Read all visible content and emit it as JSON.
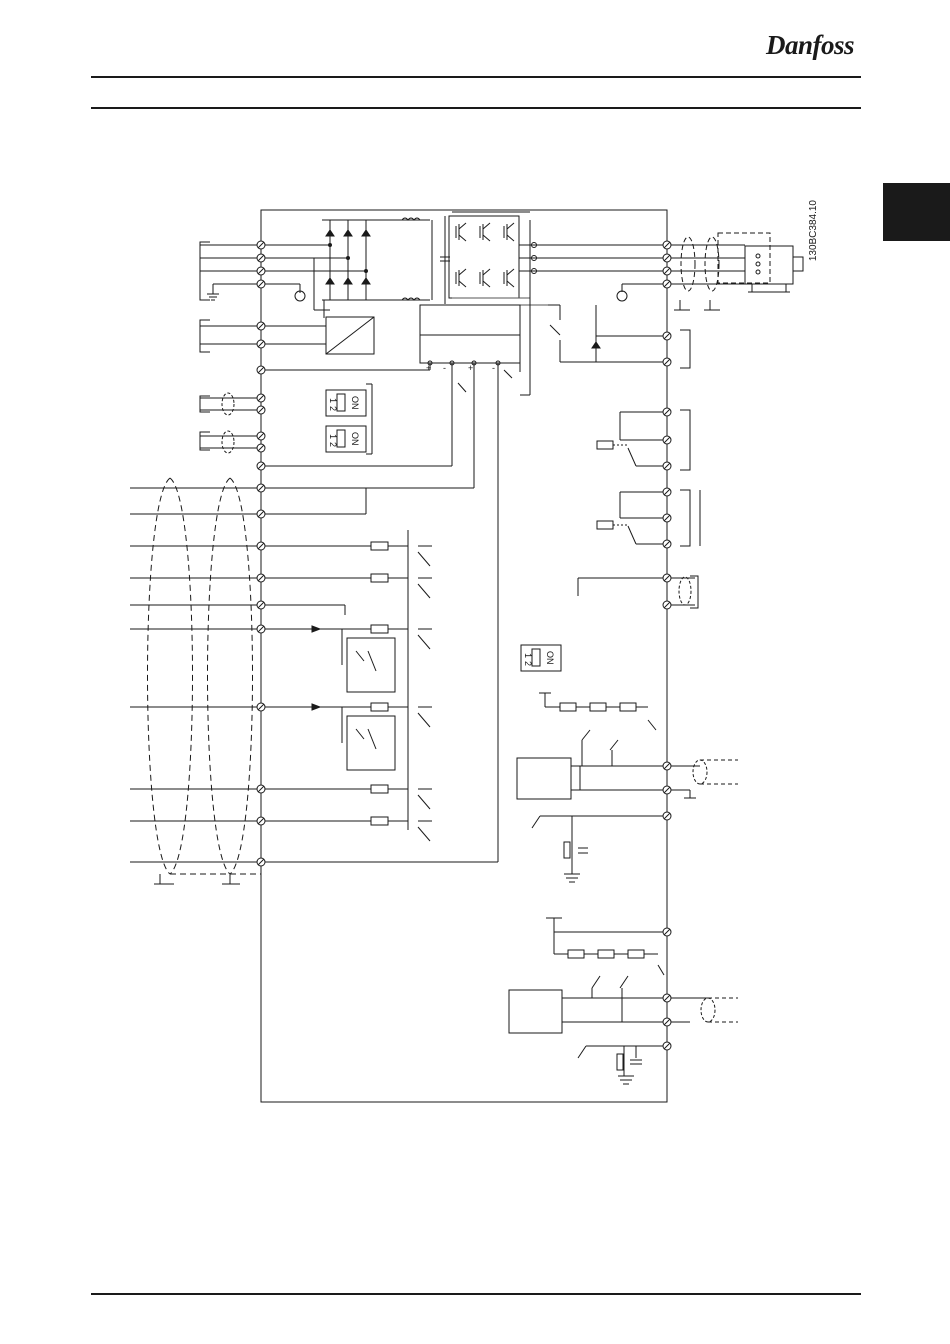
{
  "header": {
    "brand_logo_text": "Danfoss"
  },
  "figure": {
    "code": "130BC384.10",
    "dip_switch_label": "ON",
    "dip_switch_positions": [
      "1",
      "2"
    ],
    "dc_bus_terminal_signs": [
      "+",
      "-",
      "+",
      "-"
    ]
  },
  "colors": {
    "ink": "#1a1a1a",
    "chapter_tab": "#1a1a1a",
    "background": "#ffffff"
  },
  "icons": [
    "danfoss-logo",
    "motor-icon",
    "ground-icon",
    "relay-coil-icon",
    "resistor-icon",
    "igbt-icon",
    "capacitor-icon",
    "dip-switch-icon",
    "terminal-icon"
  ]
}
